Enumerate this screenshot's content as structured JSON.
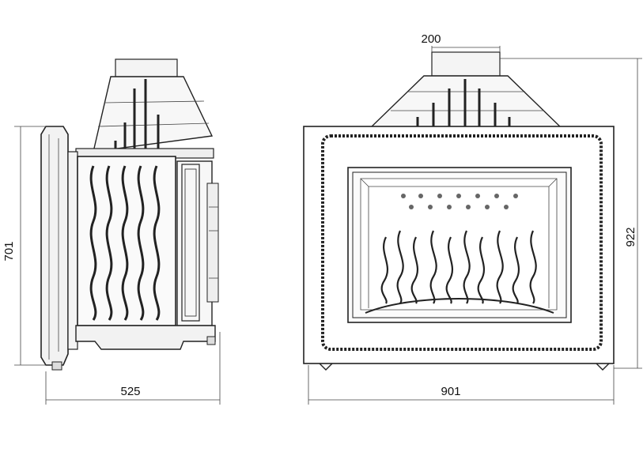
{
  "side_view": {
    "height_label": "701",
    "depth_label": "525"
  },
  "front_view": {
    "flue_label": "200",
    "width_label": "901",
    "height_label": "922"
  }
}
